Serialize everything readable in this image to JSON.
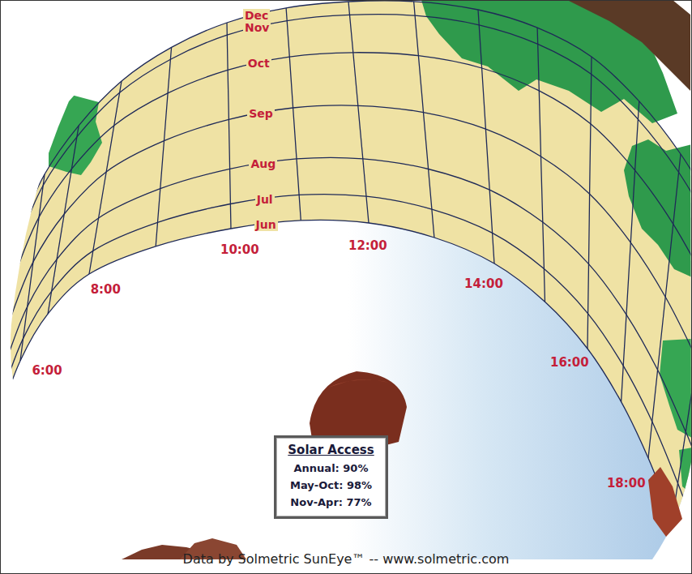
{
  "diagram": {
    "caption": "Data by Solmetric SunEye™ -- www.solmetric.com",
    "nodes": [
      {
        "text": [
          "Solar Access",
          "Annual: 90%",
          "May-Oct: 98%",
          "Nov-Apr: 77%"
        ]
      }
    ],
    "labels": [
      "Dec",
      "Nov",
      "Oct",
      "Sep",
      "Aug",
      "Jul",
      "Jun",
      "10:00",
      "12:00",
      "8:00",
      "14:00",
      "6:00",
      "16:00",
      "18:00"
    ]
  }
}
